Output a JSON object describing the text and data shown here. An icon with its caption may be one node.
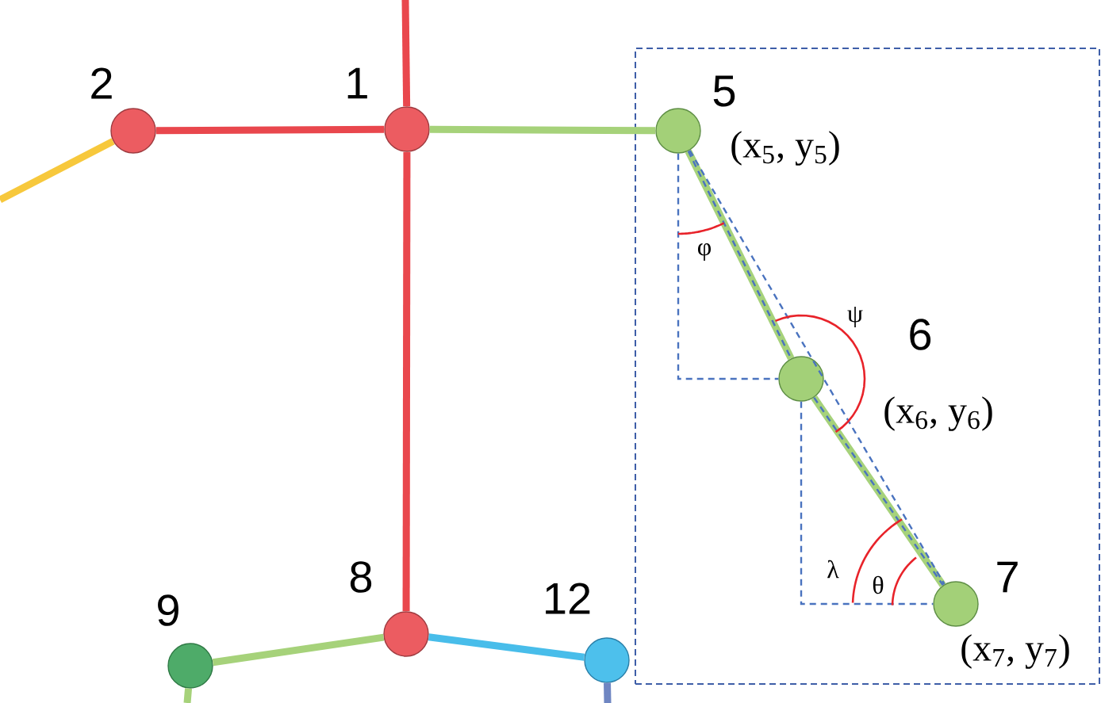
{
  "diagram": {
    "nodes": [
      {
        "text": [
          "2"
        ]
      },
      {
        "text": [
          "1"
        ]
      },
      {
        "text": [],
        "shape": "box"
      },
      {
        "text": [
          "5"
        ],
        "in": 2,
        "beside": [
          "(x$_{5}$, y$_{5}$)"
        ]
      },
      {
        "text": [
          "6"
        ],
        "in": 2,
        "beside": [
          "(x$_{6}$, y$_{6}$)"
        ]
      },
      {
        "text": [
          "7"
        ],
        "in": 2,
        "beside": [
          "(x$_{7}$, y$_{7}$)"
        ]
      },
      {
        "text": [
          "9"
        ]
      },
      {
        "text": [
          "8"
        ]
      },
      {
        "text": [
          "12"
        ]
      }
    ],
    "edges": [
      {
        "from": null,
        "to": 1,
        "arrow": "none",
        "color": "#e9474d"
      },
      {
        "from": 0,
        "to": 1,
        "arrow": "none",
        "color": "#e9474d"
      },
      {
        "from": null,
        "to": 0,
        "arrow": "none",
        "color": "#f7c83c"
      },
      {
        "from": 1,
        "to": 3,
        "arrow": "none",
        "color": "#a6d27a"
      },
      {
        "from": 1,
        "to": 7,
        "arrow": "none",
        "color": "#e9474d"
      },
      {
        "from": 3,
        "to": 4,
        "arrow": "none",
        "color": "#a6d27a"
      },
      {
        "from": 4,
        "to": 5,
        "arrow": "none",
        "color": "#a6d27a"
      },
      {
        "from": 7,
        "to": 6,
        "arrow": "none",
        "color": "#a6d27a"
      },
      {
        "from": 7,
        "to": 8,
        "arrow": "none",
        "color": "#48bdea"
      },
      {
        "from": 6,
        "to": null,
        "arrow": "none",
        "color": "#a6d27a"
      },
      {
        "from": 8,
        "to": null,
        "arrow": "none",
        "color": "#6f86c2"
      },
      {
        "from": 3,
        "to": 4,
        "arrow": "none",
        "style": "dashed",
        "color": "#4a73bf"
      },
      {
        "from": 4,
        "to": 5,
        "arrow": "none",
        "style": "dashed",
        "color": "#4a73bf"
      },
      {
        "from": 3,
        "to": 5,
        "arrow": "none",
        "style": "dashed",
        "color": "#4a73bf"
      },
      {
        "from": 3,
        "to": 4,
        "arrow": "none",
        "style": "dashed",
        "color": "#4a73bf"
      },
      {
        "from": 4,
        "to": 5,
        "arrow": "none",
        "style": "dashed",
        "color": "#4a73bf"
      }
    ],
    "labels": [
      "φ",
      "ψ",
      "λ",
      "θ"
    ]
  }
}
